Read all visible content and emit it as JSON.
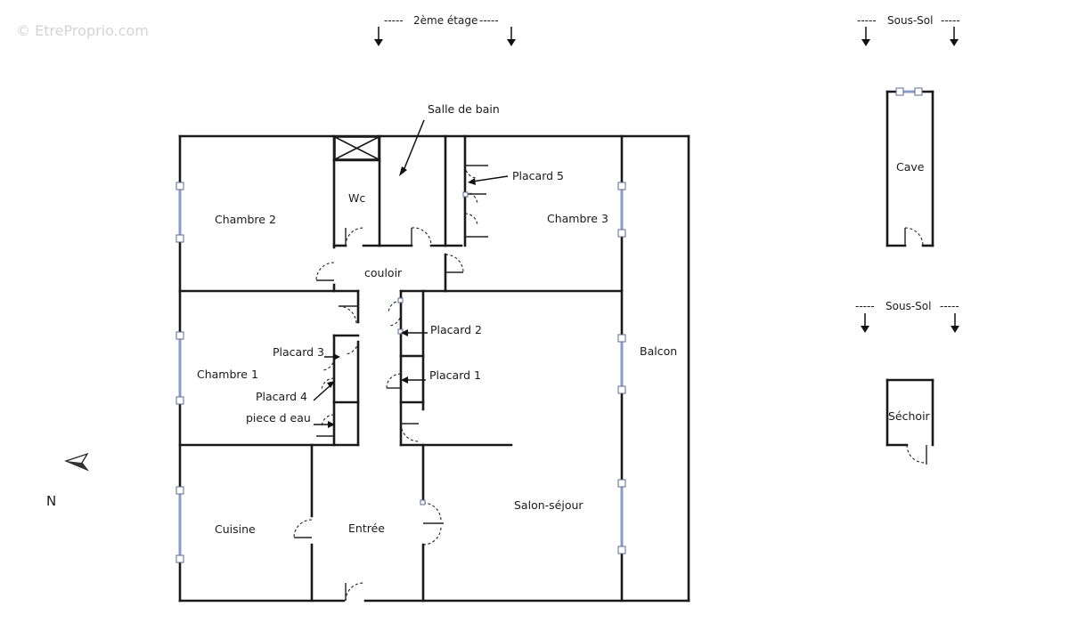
{
  "watermark": "© EtreProprio.com",
  "headers": {
    "floor": "2ème étage",
    "basement_1": "Sous-Sol",
    "basement_2": "Sous-Sol",
    "dashes": "-----"
  },
  "rooms": {
    "chambre_2": "Chambre 2",
    "wc": "Wc",
    "salle_de_bain": "Salle de bain",
    "placard_5": "Placard 5",
    "chambre_3": "Chambre 3",
    "couloir": "couloir",
    "placard_2": "Placard 2",
    "placard_3": "Placard 3",
    "placard_1": "Placard 1",
    "chambre_1": "Chambre 1",
    "placard_4": "Placard 4",
    "piece_d_eau": "piece d eau",
    "balcon": "Balcon",
    "cuisine": "Cuisine",
    "entree": "Entrée",
    "salon_sejour": "Salon-séjour",
    "cave": "Cave",
    "sechoir": "Séchoir"
  },
  "compass": {
    "north_label": "N"
  }
}
